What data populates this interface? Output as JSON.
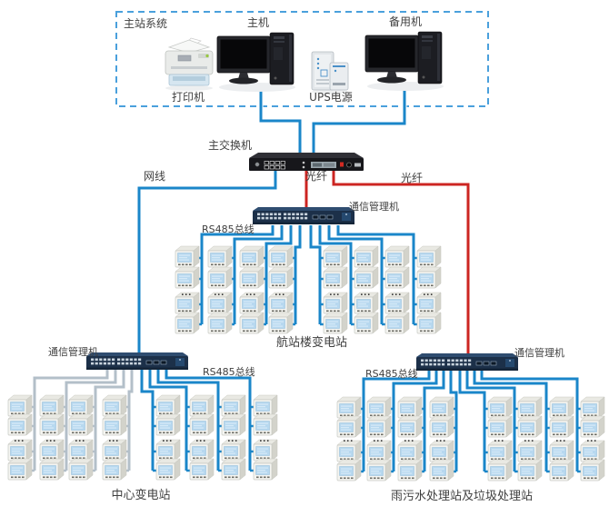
{
  "title_box": {
    "label": "主站系统"
  },
  "devices": {
    "printer": "打印机",
    "host": "主机",
    "ups": "UPS电源",
    "backup": "备用机",
    "main_switch": "主交换机"
  },
  "links": {
    "ethernet": "网线",
    "fiber_left": "光纤",
    "fiber_right": "光纤"
  },
  "groups": [
    {
      "id": "terminal",
      "manager_label": "通信管理机",
      "bus_label": "RS485总线",
      "station_label": "航站楼变电站"
    },
    {
      "id": "center",
      "manager_label": "通信管理机",
      "bus_label": "RS485总线",
      "station_label": "中心变电站"
    },
    {
      "id": "sewage",
      "manager_label": "通信管理机",
      "bus_label": "RS485总线",
      "station_label": "雨污水处理站及垃圾处理站"
    }
  ],
  "ellipsis": "...",
  "colors": {
    "blue_line": "#1a86c9",
    "red_line": "#cc2522",
    "gray_line": "#b3bfc9",
    "box_border": "#4aa0dc",
    "text": "#3f3f3f"
  }
}
